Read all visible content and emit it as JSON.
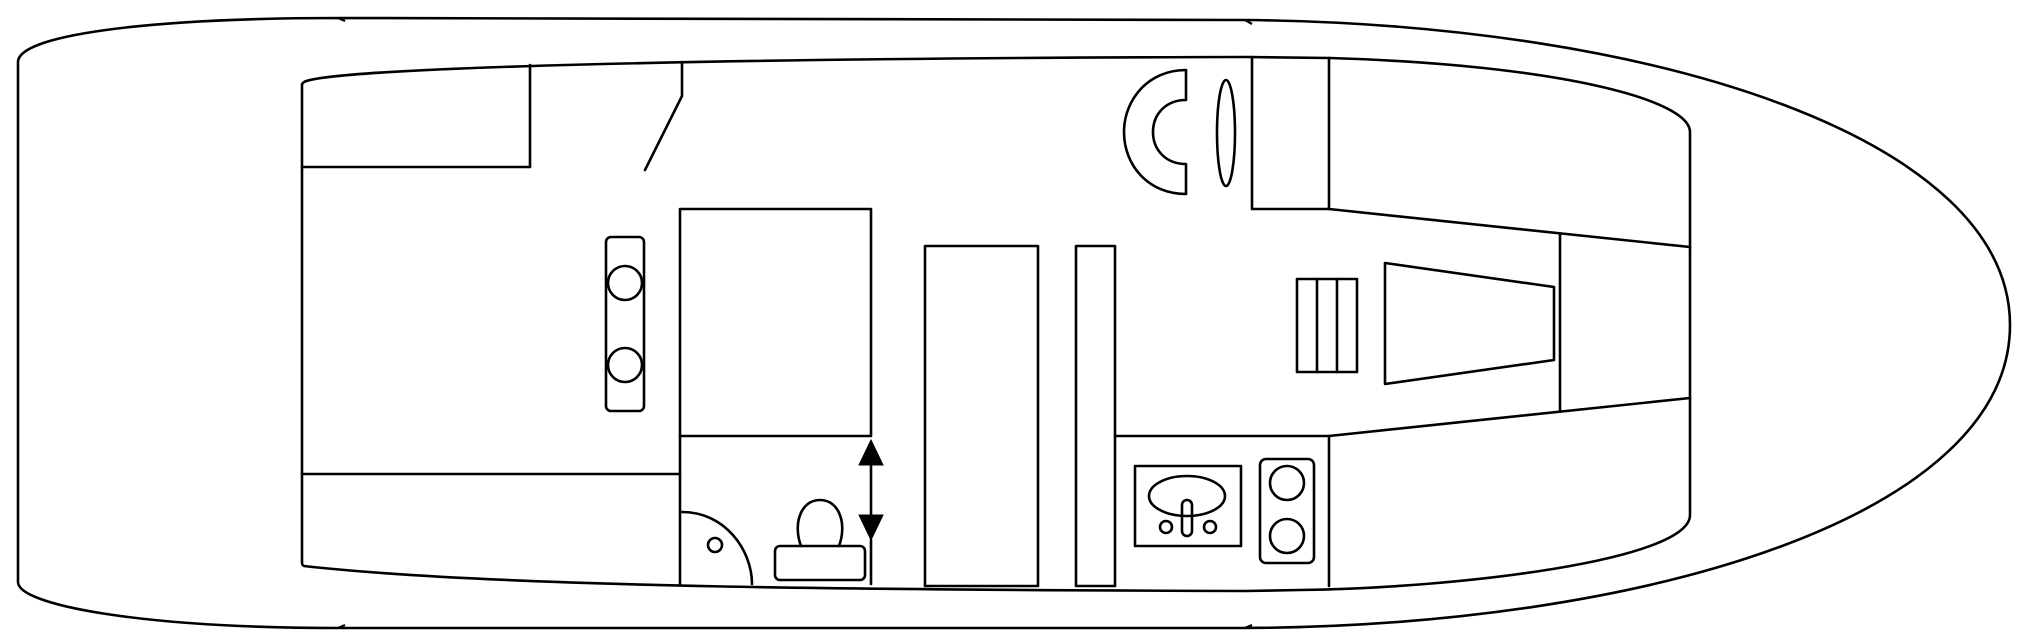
{
  "diagram": {
    "type": "boat-deck-layout",
    "colors": {
      "line": "#000000",
      "background": "#ffffff"
    },
    "elements": [
      "hull-outline",
      "deck-outline",
      "aft-locker",
      "cabin-door",
      "aft-cockpit-table",
      "berth",
      "wet-bath",
      "shower-door-arc",
      "shower-drain",
      "toilet",
      "access-arrow",
      "companionway",
      "bulkhead-panel",
      "steering-wheel",
      "helm-seat",
      "forward-berth",
      "hatch-grid",
      "forward-hatch",
      "galley-sink",
      "cooktop-stove"
    ]
  }
}
